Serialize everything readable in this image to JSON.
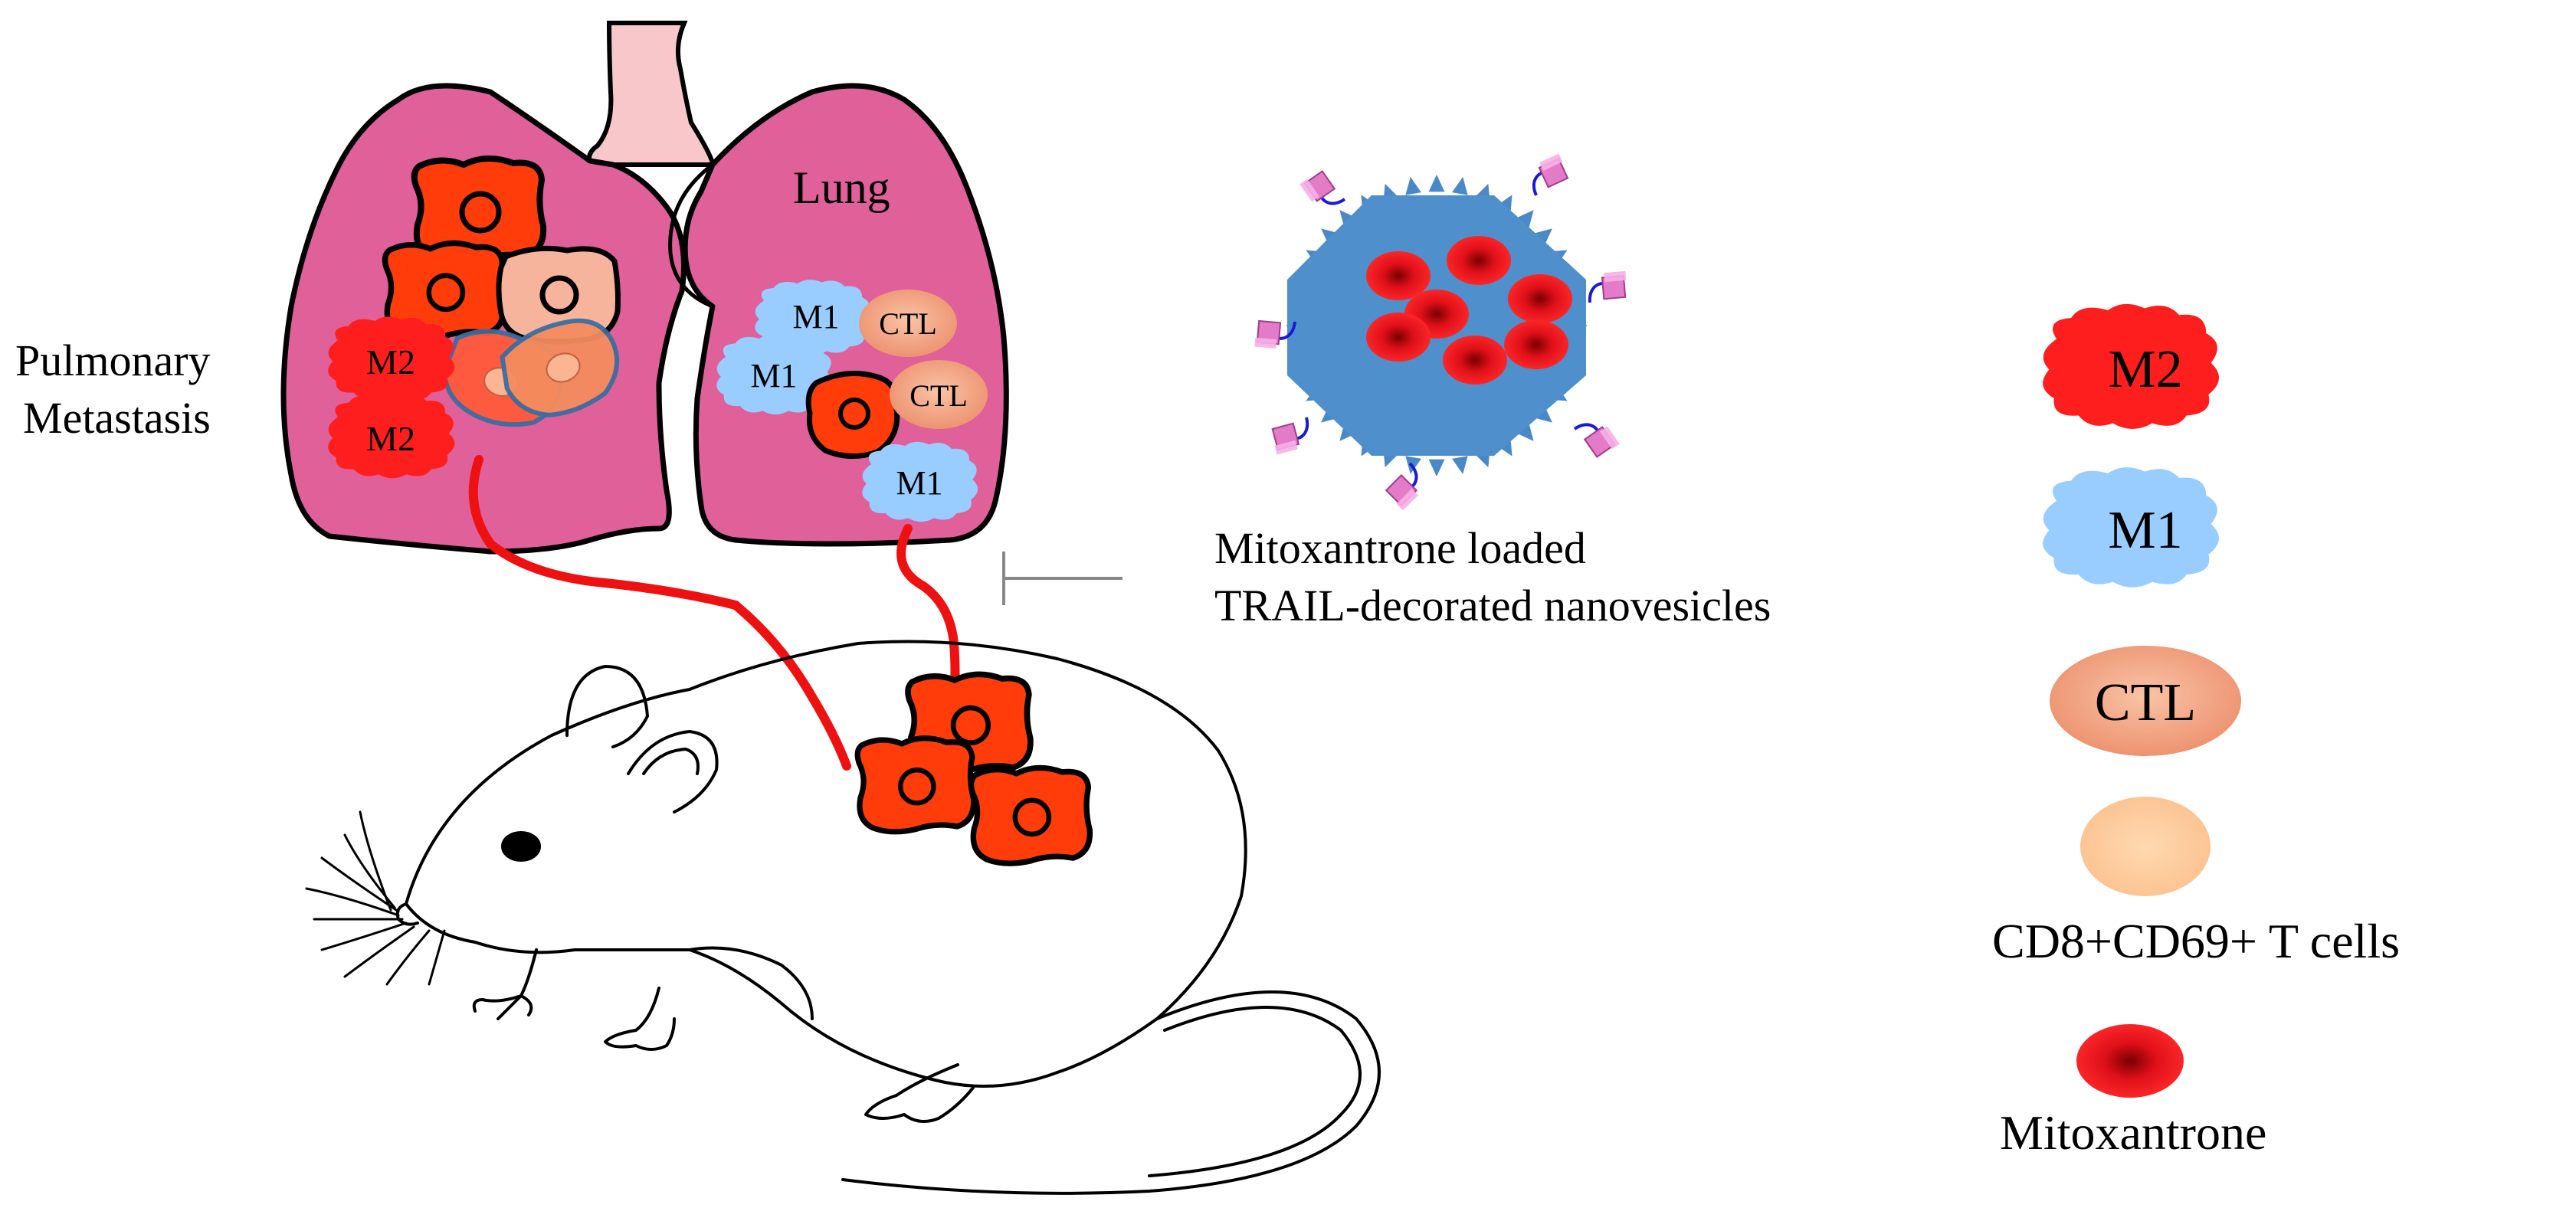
{
  "labels": {
    "lung": "Lung",
    "pulmonary_line1": "Pulmonary",
    "pulmonary_line2": "Metastasis",
    "nanovesicle_line1": "Mitoxantrone loaded",
    "nanovesicle_line2": "TRAIL-decorated nanovesicles"
  },
  "cells": {
    "m2": "M2",
    "m1": "M1",
    "ctl": "CTL"
  },
  "legend": {
    "m2": "M2",
    "m1": "M1",
    "ctl": "CTL",
    "cd8": "CD8+CD69+ T cells",
    "mitoxantrone": "Mitoxantrone"
  },
  "colors": {
    "lung": "#e0609a",
    "tumor": "#ff3c0a",
    "m2": "#ff1e1e",
    "m1": "#99ccff",
    "ctl": "#f4a989",
    "cd8": "#fecb9f",
    "mitoxantrone": "#e0101a",
    "vesicle": "#4a89c8",
    "trail": "#e47bc8"
  }
}
